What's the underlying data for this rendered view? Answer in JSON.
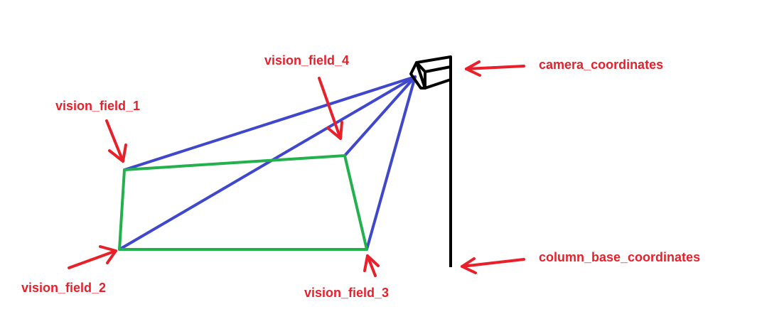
{
  "labels": {
    "vision_field_1": "vision_field_1",
    "vision_field_2": "vision_field_2",
    "vision_field_3": "vision_field_3",
    "vision_field_4": "vision_field_4",
    "camera_coordinates": "camera_coordinates",
    "column_base_coordinates": "column_base_coordinates"
  },
  "colors": {
    "label_red": "#e8202a",
    "arrow_red": "#e8202a",
    "vision_field_green": "#22b14c",
    "sight_line_blue": "#3f48cc",
    "column_black": "#000000"
  }
}
